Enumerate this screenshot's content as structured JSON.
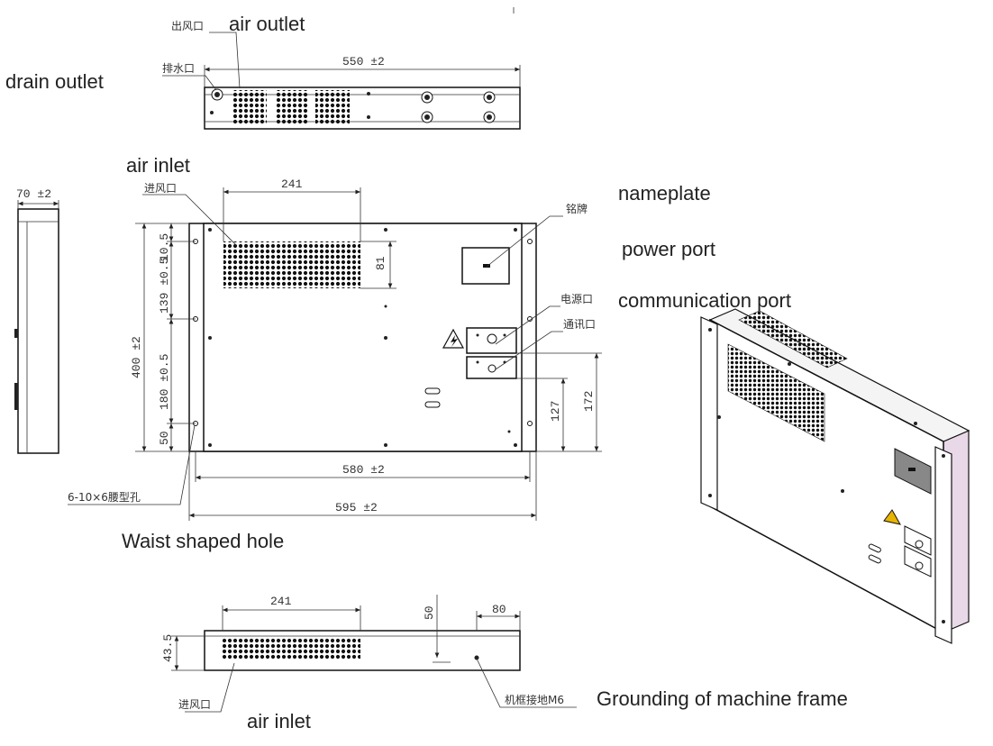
{
  "labels": {
    "air_outlet": "air outlet",
    "drain_outlet": "drain outlet",
    "air_inlet_front": "air inlet",
    "nameplate": "nameplate",
    "power_port": "power port",
    "communication_port": "communication port",
    "waist_shaped_hole": "Waist shaped hole",
    "air_inlet_bottom": "air inlet",
    "grounding": "Grounding of machine frame"
  },
  "cn_labels": {
    "air_outlet": "出风口",
    "drain_outlet": "排水口",
    "air_inlet_front": "进风口",
    "nameplate": "铭牌",
    "power_port": "电源口",
    "communication_port": "通讯口",
    "waist_hole": "6-10×6腰型孔",
    "air_inlet_bottom": "进风口",
    "grounding": "机框接地M6"
  },
  "dimensions": {
    "top_width": "550 ±2",
    "side_depth": "70 ±2",
    "front_grille_width": "241",
    "front_grille_height": "81",
    "front_height": "400 ±2",
    "seg_upper": "139 ±0.5",
    "seg_upper_small": "10.5",
    "seg_mid": "180 ±0.5",
    "seg_lower": "50",
    "port_172": "172",
    "port_127": "127",
    "width_580": "580 ±2",
    "width_595": "595 ±2",
    "bottom_grille_width": "241",
    "bottom_height": "43.5",
    "bottom_50": "50",
    "bottom_80": "80"
  }
}
